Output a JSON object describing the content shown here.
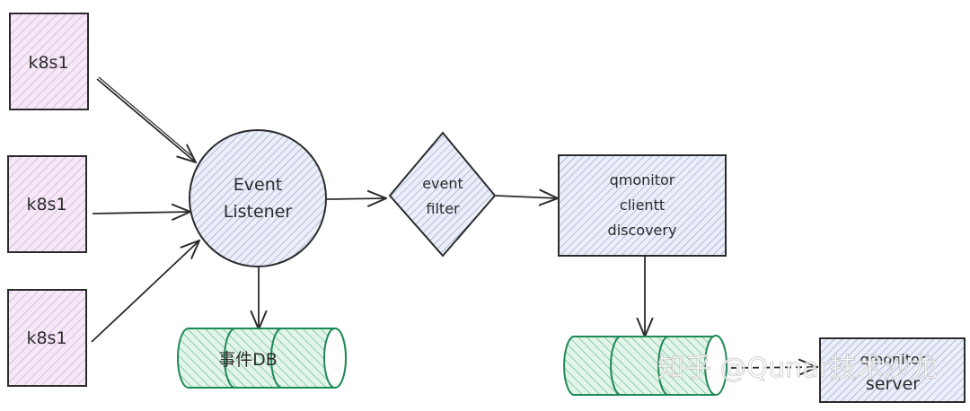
{
  "diagram": {
    "nodes": {
      "k8s_1": {
        "label": "k8s1",
        "shape": "rectangle",
        "fill": "#f3d9f3"
      },
      "k8s_2": {
        "label": "k8s1",
        "shape": "rectangle",
        "fill": "#f3d9f3"
      },
      "k8s_3": {
        "label": "k8s1",
        "shape": "rectangle",
        "fill": "#f3d9f3"
      },
      "event_listener": {
        "label_lines": [
          "Event",
          "Listener"
        ],
        "shape": "circle",
        "fill": "#d9def3"
      },
      "event_filter": {
        "label_lines": [
          "event",
          "filter"
        ],
        "shape": "diamond",
        "fill": "#d9def3"
      },
      "qmonitor_client": {
        "label_lines": [
          "qmonitor",
          "clientt",
          "discovery"
        ],
        "shape": "rectangle",
        "fill": "#d9def3"
      },
      "event_db": {
        "label": "事件DB",
        "shape": "cylinder",
        "fill": "#c8ecd4",
        "stroke": "#1e8a55"
      },
      "client_db": {
        "label": "",
        "shape": "cylinder",
        "fill": "#c8ecd4",
        "stroke": "#1e8a55"
      },
      "qmonitor_server": {
        "label_lines": [
          "qmonitor",
          "server"
        ],
        "shape": "rectangle",
        "fill": "#d9def3"
      }
    },
    "edges": [
      {
        "from": "k8s_1",
        "to": "event_listener",
        "style": "solid"
      },
      {
        "from": "k8s_2",
        "to": "event_listener",
        "style": "solid"
      },
      {
        "from": "k8s_3",
        "to": "event_listener",
        "style": "solid"
      },
      {
        "from": "event_listener",
        "to": "event_filter",
        "style": "solid"
      },
      {
        "from": "event_filter",
        "to": "qmonitor_client",
        "style": "solid"
      },
      {
        "from": "event_listener",
        "to": "event_db",
        "style": "solid"
      },
      {
        "from": "qmonitor_client",
        "to": "client_db",
        "style": "solid"
      },
      {
        "from": "client_db",
        "to": "qmonitor_server",
        "style": "dashed"
      }
    ],
    "colors": {
      "stroke": "#2b2b2b",
      "hatch_pink": "#c9a6d9",
      "hatch_blue": "#8f9bc9",
      "hatch_green": "#3aa06a"
    }
  },
  "watermark": {
    "text": "知乎 @Qunar技术沙龙"
  }
}
